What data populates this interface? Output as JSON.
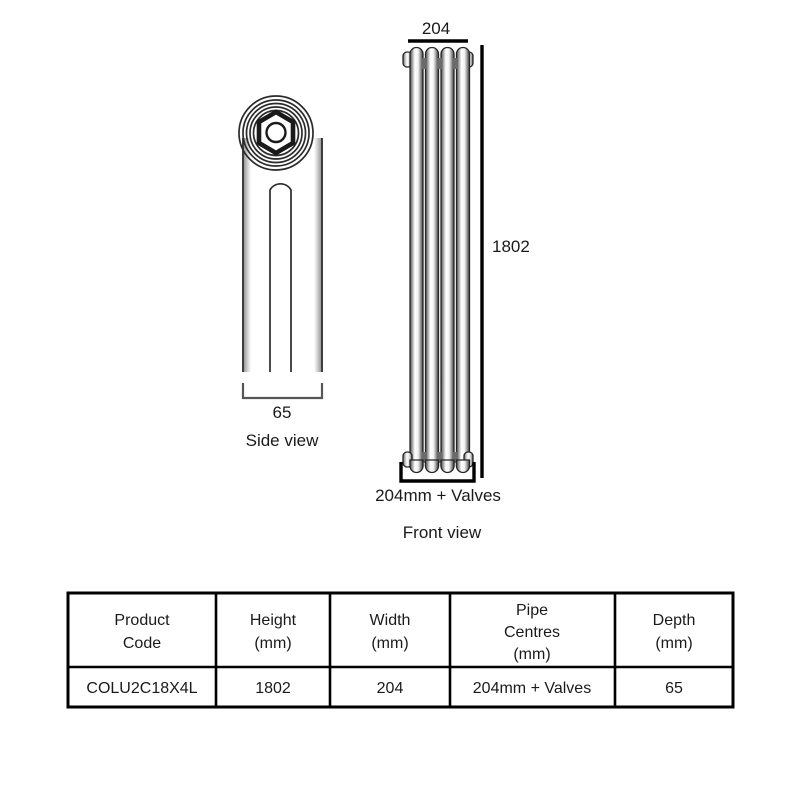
{
  "document": {
    "type": "technical-drawing",
    "subject": "vertical column radiator dimensions"
  },
  "side_view": {
    "label": "Side view",
    "depth_dimension": "65",
    "depth_unit_implied": "mm"
  },
  "front_view": {
    "label": "Front view",
    "width_dimension": "204",
    "height_dimension": "1802",
    "pipe_centres_dimension": "204mm + Valves",
    "column_count": 4
  },
  "table": {
    "headers": [
      {
        "line1": "Product",
        "line2": "Code",
        "line3": ""
      },
      {
        "line1": "Height",
        "line2": "(mm)",
        "line3": ""
      },
      {
        "line1": "Width",
        "line2": "(mm)",
        "line3": ""
      },
      {
        "line1": "Pipe",
        "line2": "Centres",
        "line3": "(mm)"
      },
      {
        "line1": "Depth",
        "line2": "(mm)",
        "line3": ""
      }
    ],
    "rows": [
      {
        "product_code": "COLU2C18X4L",
        "height": "1802",
        "width": "204",
        "pipe_centres": "204mm + Valves",
        "depth": "65"
      }
    ]
  },
  "colors": {
    "line": "#1a1a1a",
    "background": "#ffffff",
    "metal_light": "#ffffff",
    "metal_shadow": "#3f3f3f"
  }
}
